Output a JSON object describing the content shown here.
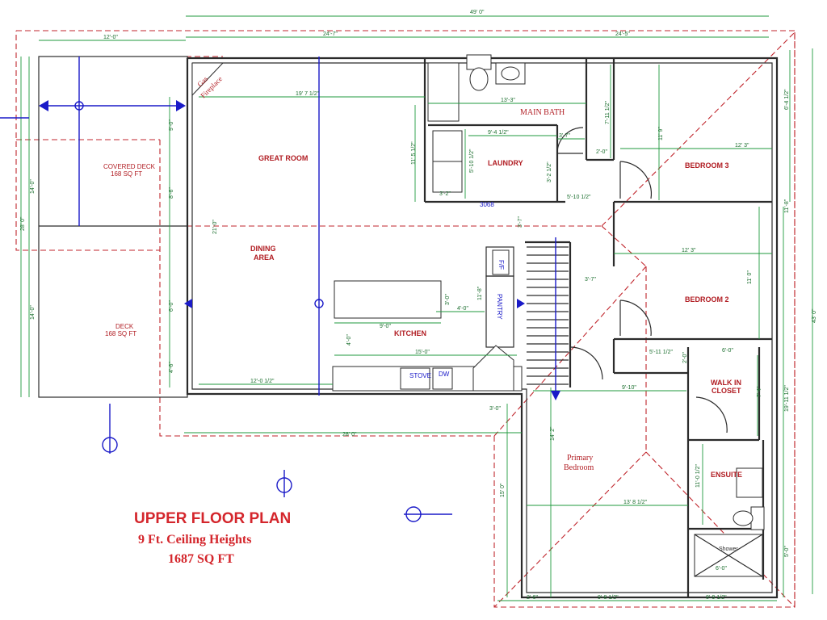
{
  "title": {
    "main": "UPPER FLOOR PLAN",
    "ceiling": "9 Ft. Ceiling Heights",
    "area": "1687 SQ FT"
  },
  "rooms": {
    "great_room": "GREAT ROOM",
    "dining_1": "DINING",
    "dining_2": "AREA",
    "kitchen": "KITCHEN",
    "main_bath": "MAIN BATH",
    "laundry": "LAUNDRY",
    "bedroom3": "BEDROOM 3",
    "bedroom2": "BEDROOM 2",
    "walk_in_1": "WALK IN",
    "walk_in_2": "CLOSET",
    "primary_1": "Primary",
    "primary_2": "Bedroom",
    "ensuite": "ENSUITE",
    "shower": "Shower",
    "covered_deck_1": "COVERED DECK",
    "covered_deck_2": "168 SQ FT",
    "deck_1": "DECK",
    "deck_2": "168 SQ FT",
    "pantry": "PANTRY",
    "fridge": "F/F",
    "stove": "STOVE",
    "dw": "DW",
    "door_code": "3068",
    "fireplace_1": "Gas",
    "fireplace_2": "Fireplace"
  },
  "dims": {
    "overall_width": "49' 0\"",
    "w_12_0": "12'-0\"",
    "w_24_7": "24'-7\"",
    "w_24_5": "24'-5\"",
    "w_19_7": "19' 7 1/2\"",
    "w_13_3": "13'-3\"",
    "w_9_4": "9'-4 1/2\"",
    "w_3_7": "3'-7\"",
    "w_2_0": "2'-0\"",
    "w_12_3a": "12' 3\"",
    "w_12_3b": "12' 3\"",
    "w_5_10a": "5'-10 1/2\"",
    "w_5_10b": "5'-10 1/2\"",
    "w_3_2": "3'-2\"",
    "w_3_2b": "3'-2 1/2\"",
    "w_3_7b": "3'-7\"",
    "w_4_0": "4'-0\"",
    "w_9_0": "9'-0\"",
    "w_15_0": "15'-0\"",
    "w_12_0_half": "12'-0 1/2\"",
    "w_3_0": "3'-0\"",
    "w_28_0": "28' 0\"",
    "w_5_11": "5'-11 1/2\"",
    "w_6_0": "6'-0\"",
    "w_9_10": "9'-10\"",
    "w_13_8": "13' 8 1/2\"",
    "w_6_0b": "6'-0\"",
    "w_2_6": "2'-6\"",
    "w_9_8": "9'-8 1/2\"",
    "w_8_9": "8'-9 1/2\"",
    "h_9_0": "9'-0\"",
    "h_8_6": "8'-6\"",
    "h_21_0": "21'-0\"",
    "h_6_0": "6'-0\"",
    "h_4_6": "4'-6\"",
    "h_14_0a": "14'-0\"",
    "h_28_0": "28' 0\"",
    "h_14_0b": "14'-0\"",
    "h_11_5": "11' 5 1/2\"",
    "h_5_10": "5'-10 1/2\"",
    "h_7_11": "7'-11 1/2\"",
    "h_11_9": "11' 9\"",
    "h_6_4": "6'-4 1/2\"",
    "h_11_8": "11'-8\"",
    "h_43_0": "43' 0\"",
    "h_11_0": "11' 0\"",
    "h_3_7": "3'-7\"",
    "h_11_8b": "11'-8\"",
    "h_3_0": "3'-0\"",
    "h_4_0": "4'-0\"",
    "h_2_0": "2'-0\"",
    "h_7_4": "7' 4\"",
    "h_19_11": "19'-11 1/2\"",
    "h_14_2": "14' 2\"",
    "h_15_0": "15' 0\"",
    "h_11_0_half": "11'-0 1/2\"",
    "h_5_0": "5'-0\""
  }
}
